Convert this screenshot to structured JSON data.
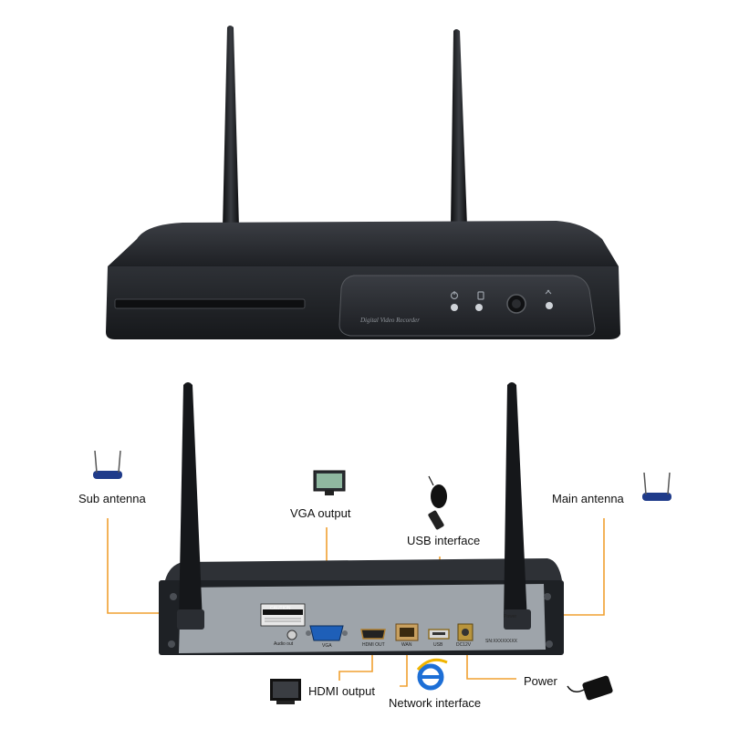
{
  "front_panel": {
    "branding": "Digital Video Recorder"
  },
  "rear_panel": {
    "caution_label": "CAUTION",
    "port_labels": {
      "audio_out": "Audio out",
      "vga": "VGA",
      "hdmi": "HDMI OUT",
      "wan": "WAN",
      "usb": "USB",
      "dc": "DC12V",
      "power": "Power"
    },
    "serial": "SN:XXXXXXXX"
  },
  "callouts": {
    "sub_antenna": "Sub antenna",
    "vga_output": "VGA output",
    "usb_interface": "USB interface",
    "main_antenna": "Main antenna",
    "hdmi_output": "HDMI output",
    "network_interface": "Network interface",
    "power": "Power"
  },
  "icons": [
    "router-icon",
    "monitor-icon",
    "mouse-icon",
    "usb-stick-icon",
    "ie-browser-icon",
    "power-adapter-icon"
  ],
  "colors": {
    "callout_line": "#f0a030",
    "device_body": "#24272c",
    "rear_plate": "#9aa0a6"
  }
}
